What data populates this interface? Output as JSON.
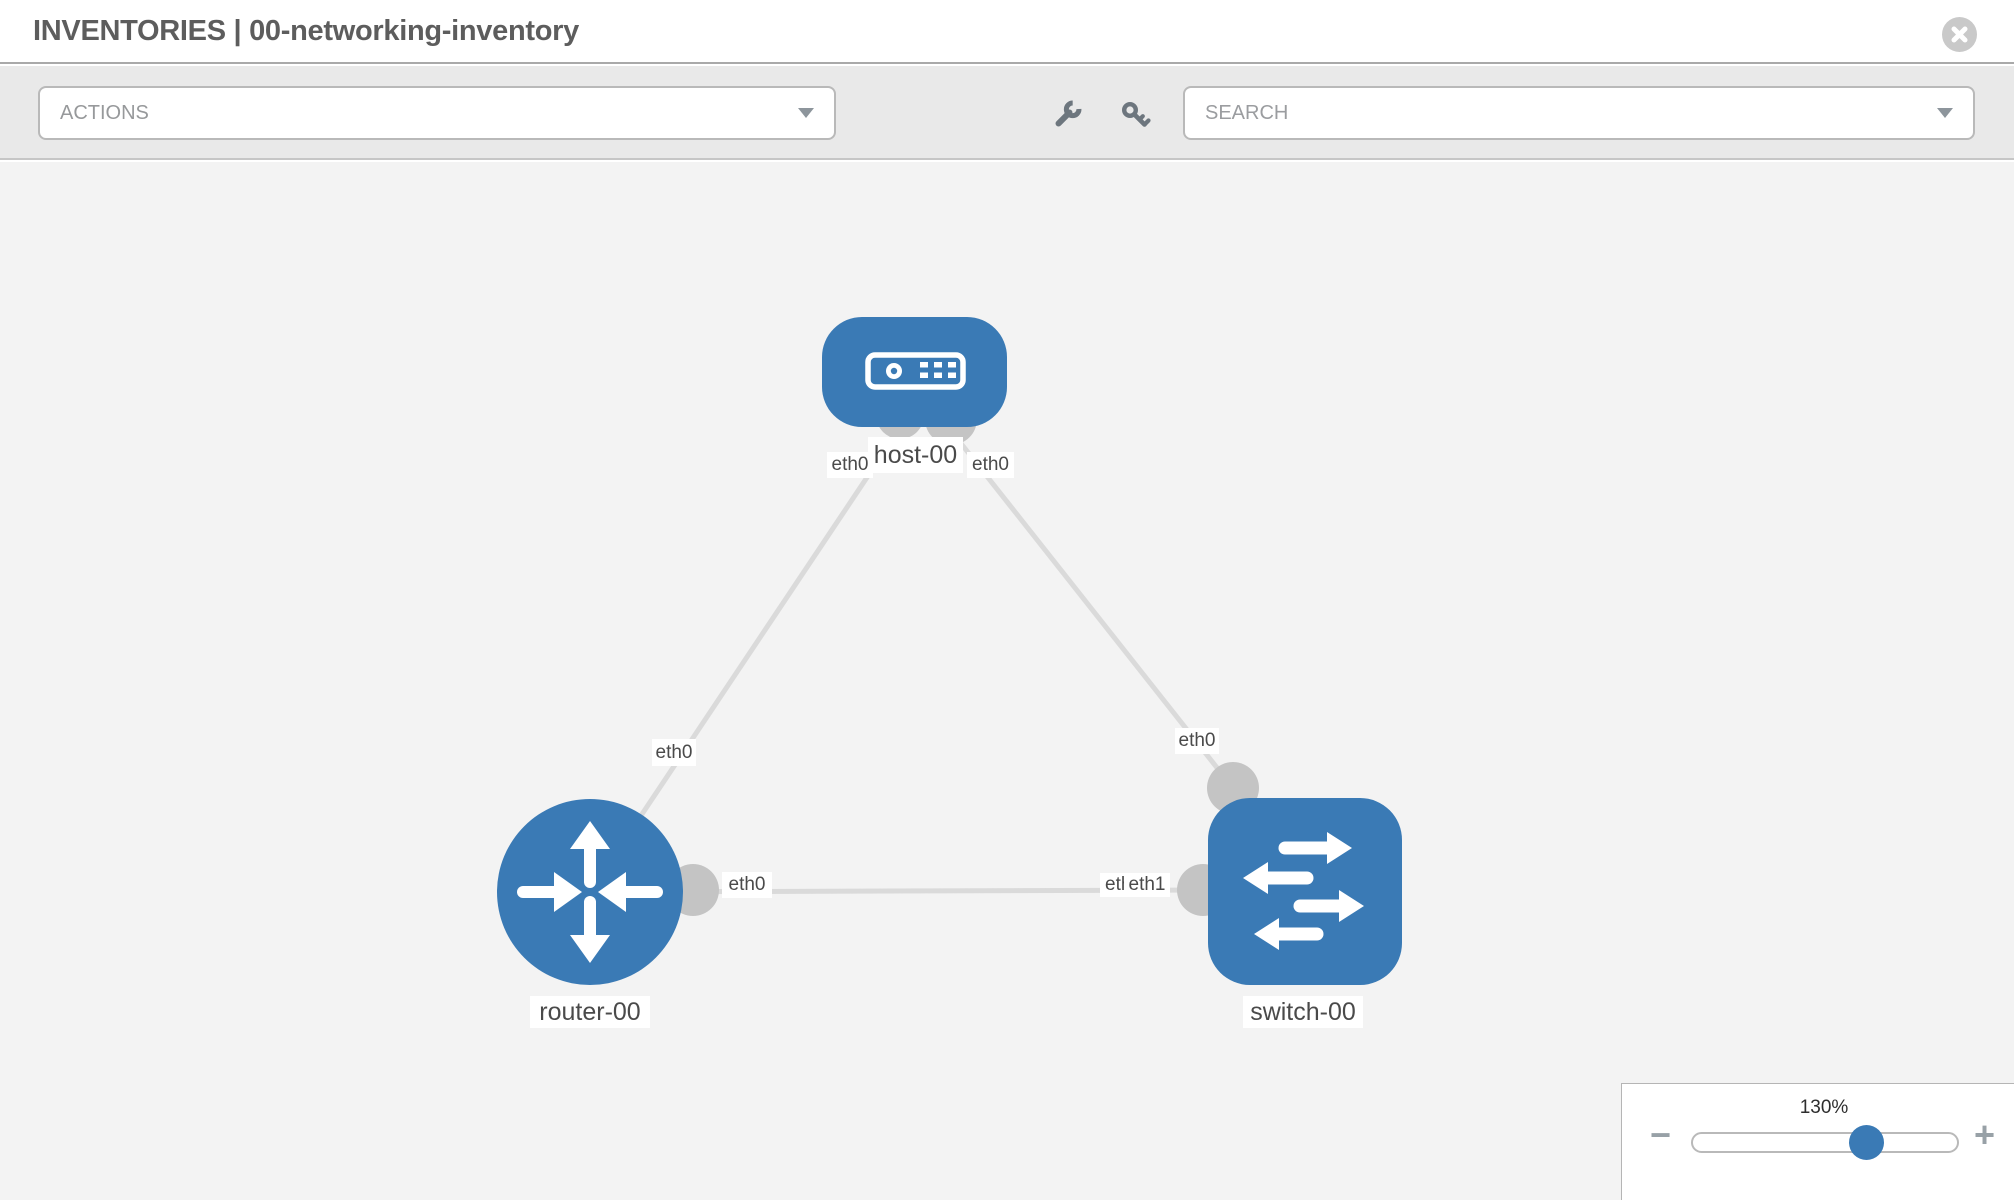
{
  "header": {
    "title": "INVENTORIES | 00-networking-inventory"
  },
  "toolbar": {
    "actions_label": "ACTIONS",
    "search_placeholder": "SEARCH",
    "icons": [
      "wrench-icon",
      "key-icon"
    ]
  },
  "topology": {
    "nodes": [
      {
        "label": "host-00",
        "type": "host"
      },
      {
        "label": "router-00",
        "type": "router"
      },
      {
        "label": "switch-00",
        "type": "switch"
      }
    ],
    "links": [
      {
        "from": "host-00",
        "to": "router-00",
        "from_interface": "eth0",
        "to_interface": "eth0"
      },
      {
        "from": "host-00",
        "to": "switch-00",
        "from_interface": "eth0",
        "to_interface": "eth0"
      },
      {
        "from": "router-00",
        "to": "switch-00",
        "from_interface": "eth0",
        "to_interface": "eth1"
      }
    ],
    "interface_labels": [
      "eth0",
      "eth0",
      "eth0",
      "eth0",
      "eth0",
      "eth0",
      "eth1"
    ]
  },
  "zoom_control": {
    "value": "130%",
    "minus": "−",
    "plus": "+"
  },
  "colors": {
    "node_blue": "#3a7ab5",
    "link_gray": "#dadada",
    "interface_gray": "#c4c4c4",
    "canvas_bg": "#f3f3f3",
    "toolbar_bg": "#e9e9e9"
  }
}
